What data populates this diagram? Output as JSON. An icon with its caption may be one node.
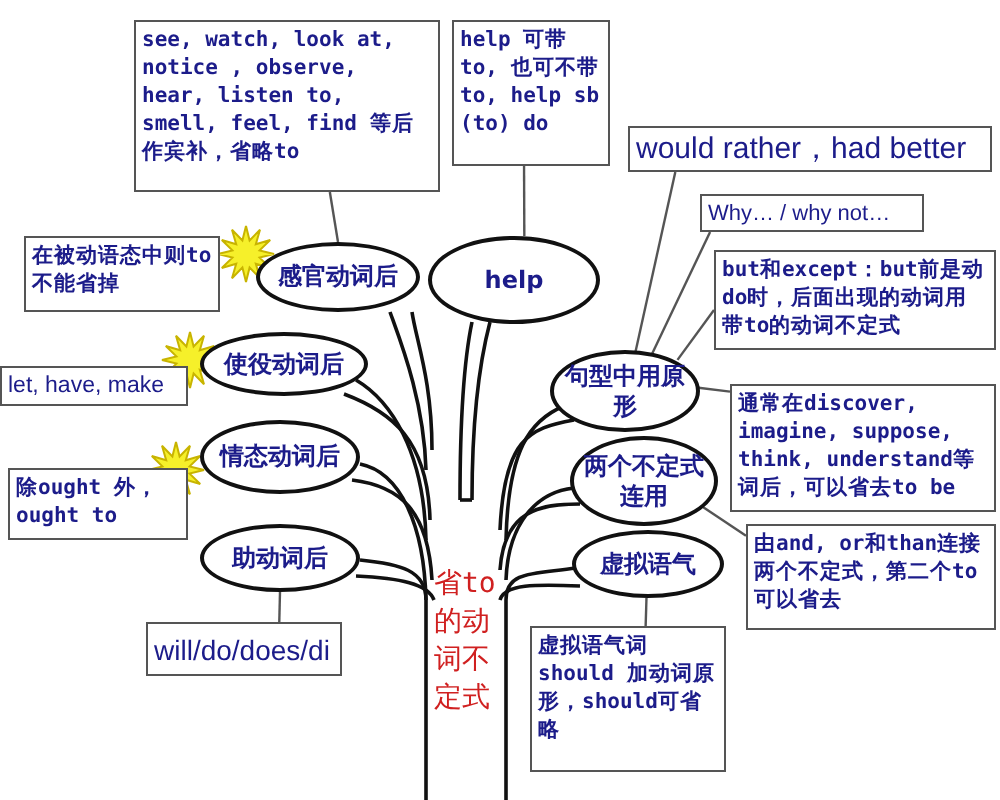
{
  "diagram": {
    "nodes": [
      {
        "text": [
          "see, watch, look at, notice , observe, hear, listen to, smell, feel, find 等后作宾补，省略to"
        ]
      },
      {
        "text": [
          "help 可带to, 也可不带to, help sb (to) do"
        ]
      },
      {
        "text": [
          "would rather，had better"
        ]
      },
      {
        "text": [
          "Why… / why not…"
        ]
      },
      {
        "text": [
          "but和except：but前是动do时，后面出现的动词用带to的动词不定式"
        ]
      },
      {
        "text": [
          "通常在discover, imagine, suppose, think, understand等词后，可以省去to be"
        ]
      },
      {
        "text": [
          "由and, or和than连接两个不定式，第二个to可以省去"
        ]
      },
      {
        "text": [
          "在被动语态中则to 不能省掉"
        ]
      },
      {
        "text": [
          "let, have, make"
        ]
      },
      {
        "text": [
          "除ought 外，ought to"
        ]
      },
      {
        "text": [
          "will/do/does/di"
        ]
      },
      {
        "text": [
          "虚拟语气词should 加动词原形，should可省略"
        ]
      },
      {
        "text": [
          "感官动词后"
        ]
      },
      {
        "text": [
          "使役动词后"
        ]
      },
      {
        "text": [
          "情态动词后"
        ]
      },
      {
        "text": [
          "助动词后"
        ]
      },
      {
        "text": [
          "help"
        ]
      },
      {
        "text": [
          "句型中用原形"
        ]
      },
      {
        "text": [
          "两个不定式连用"
        ]
      },
      {
        "text": [
          "虚拟语气"
        ]
      }
    ],
    "edges": [
      {
        "from": 0,
        "to": 12,
        "arrow": "none"
      },
      {
        "from": 1,
        "to": 16,
        "arrow": "none"
      },
      {
        "from": 2,
        "to": 17,
        "arrow": "none"
      },
      {
        "from": 3,
        "to": 17,
        "arrow": "none"
      },
      {
        "from": 4,
        "to": 17,
        "arrow": "none"
      },
      {
        "from": 5,
        "to": 17,
        "arrow": "none"
      },
      {
        "from": 6,
        "to": 18,
        "arrow": "none"
      },
      {
        "from": 11,
        "to": 19,
        "arrow": "none"
      },
      {
        "from": 10,
        "to": 15,
        "arrow": "none"
      }
    ],
    "labels": [
      "省to的动词不定式"
    ]
  }
}
